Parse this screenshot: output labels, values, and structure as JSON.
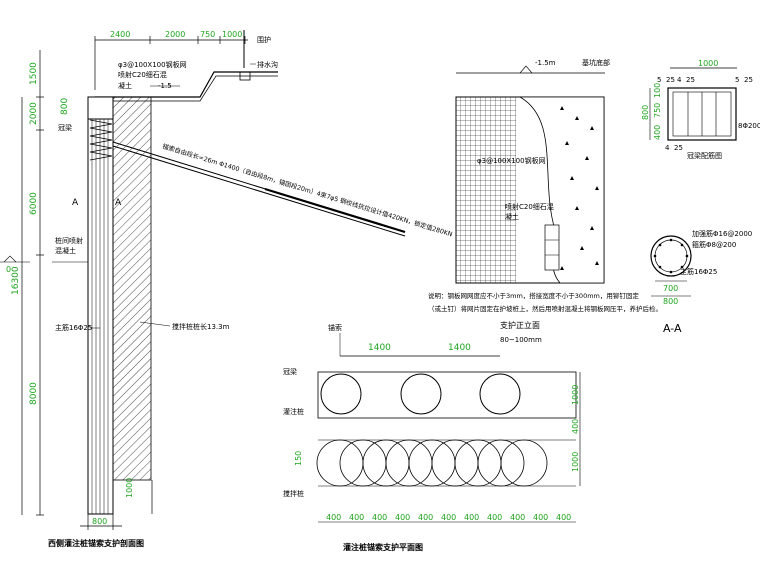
{
  "colors": {
    "line": "#000000",
    "dim_text": "#1fa51f",
    "label_text": "#000000"
  },
  "section": {
    "top_dims": [
      "2400",
      "2000",
      "750",
      "1000"
    ],
    "left_dims": [
      "1500",
      "2000",
      "6000",
      "16300",
      "8000"
    ],
    "ground_mark": "800",
    "right_mark": "0",
    "bottom_dims": [
      "1000",
      "800"
    ],
    "labels": {
      "fence": "围护",
      "drain": "排水沟",
      "mesh": "φ3@100X100钢板网",
      "shotcrete": "喷射C20细石混",
      "concrete": "凝土",
      "minus15": "-1.5",
      "crown": "冠梁",
      "anchor": "锚索自由段长=26m Φ1400（自由段8m，锚固段20m）4束7φ5 钢绞线抗拉设计值420KN，锁定值280KN",
      "pile_mesh": "桩间喷射",
      "pile_mesh2": "混凝土",
      "main_rebar": "主筋16Φ25",
      "mix_pile": "搅拌桩桩长13.3m",
      "marker_a": "A"
    },
    "title": "西侧灌注桩锚索支护剖面图"
  },
  "elevation": {
    "ground_label": "-1.5m",
    "base_label": "基坑底部",
    "mesh": "φ3@100X100钢板网",
    "shotcrete": "喷射C20细石混",
    "concrete": "凝土",
    "note_line1": "说明：钢板网网度应不小于3mm，搭接宽度不小于300mm，用铆钉固定",
    "note_line2": "（或土钉）将网片固定在护坡桩上，然后用喷射混凝土将钢板网压平，养护后检。",
    "title": "支护正立面",
    "sub": "80~100mm"
  },
  "beam": {
    "top_dim": "1000",
    "left_dims": [
      "800",
      "400",
      "750",
      "100"
    ],
    "right_dims": [
      "5",
      "25"
    ],
    "top_marks": [
      "5",
      "25",
      "4",
      "25"
    ],
    "stirrup": "8Φ200",
    "label4": "4",
    "label25": "25",
    "title": "冠梁配筋图"
  },
  "aa": {
    "rebar1": "加强筋Φ16@2000",
    "rebar2": "箍筋Φ8@200",
    "rebar3": "主筋16Φ25",
    "dim_inner": "700",
    "dim_outer": "800",
    "title": "A-A"
  },
  "plan": {
    "anchor": "锚索",
    "crown": "冠梁",
    "pile": "灌注桩",
    "mixer": "搅拌桩",
    "top_spacing": [
      "1400",
      "1400"
    ],
    "right_dims": [
      "1000",
      "400",
      "1000"
    ],
    "left_dim": "150",
    "bottom_dims": [
      "400",
      "400",
      "400",
      "400",
      "400",
      "400",
      "400",
      "400",
      "400",
      "400",
      "400"
    ],
    "title": "灌注桩锚索支护平面图"
  }
}
